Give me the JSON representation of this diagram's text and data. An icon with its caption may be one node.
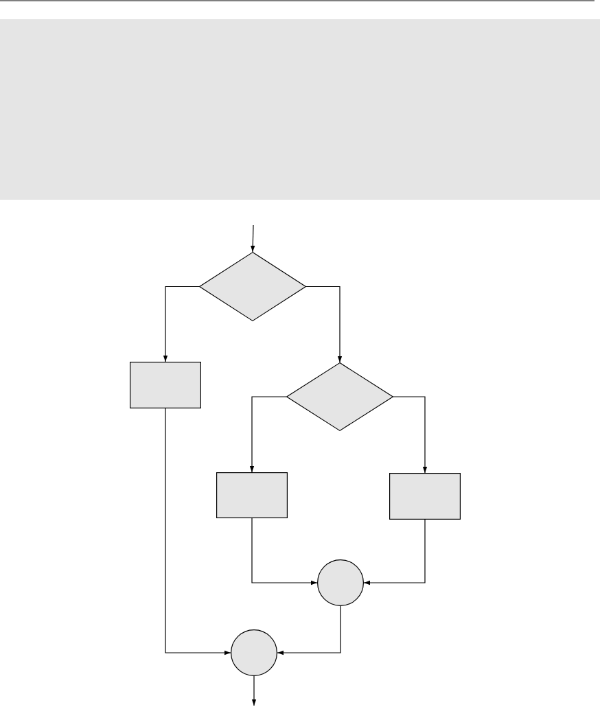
{
  "diagram": {
    "nodes": [
      {
        "text": [],
        "shape": "diamond"
      },
      {
        "text": [],
        "shape": "box"
      },
      {
        "text": [],
        "shape": "diamond"
      },
      {
        "text": [],
        "shape": "box"
      },
      {
        "text": [],
        "shape": "box"
      },
      {
        "text": [],
        "shape": "circle"
      },
      {
        "text": [],
        "shape": "circle"
      }
    ],
    "edges": [
      {
        "from": null,
        "to": 0,
        "arrow": "to"
      },
      {
        "from": 0,
        "to": 1,
        "arrow": "to"
      },
      {
        "from": 0,
        "to": 2,
        "arrow": "to"
      },
      {
        "from": 2,
        "to": 3,
        "arrow": "to"
      },
      {
        "from": 2,
        "to": 4,
        "arrow": "to"
      },
      {
        "from": 3,
        "to": 5,
        "arrow": "to"
      },
      {
        "from": 4,
        "to": 5,
        "arrow": "to"
      },
      {
        "from": 1,
        "to": 6,
        "arrow": "to"
      },
      {
        "from": 5,
        "to": 6,
        "arrow": "to"
      },
      {
        "from": 6,
        "to": null,
        "arrow": "to"
      }
    ]
  }
}
